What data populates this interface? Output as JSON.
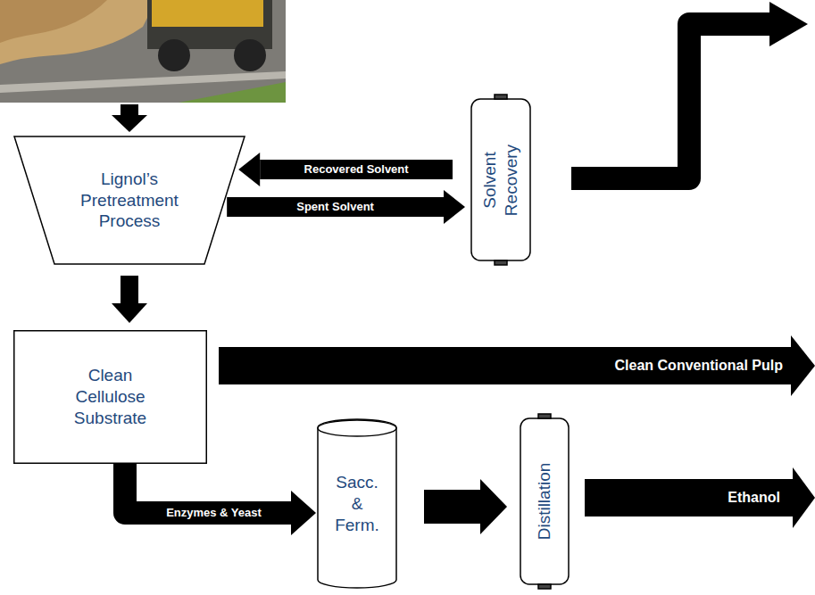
{
  "diagram": {
    "nodes": [
      {
        "text": [
          "Lignol’s Pretreatment Process"
        ]
      },
      {
        "text": [
          "Solvent Recovery"
        ]
      },
      {
        "text": [
          "Clean Cellulose Substrate"
        ]
      },
      {
        "text": [
          "Sacc. & Ferm."
        ]
      },
      {
        "text": [
          "Distillation"
        ]
      }
    ],
    "edges": [
      {
        "from": 1,
        "to": 0,
        "label": "Recovered Solvent",
        "arrow": "to"
      },
      {
        "from": 0,
        "to": 1,
        "label": "Spent Solvent",
        "arrow": "to"
      },
      {
        "from": 0,
        "to": 2,
        "arrow": "to"
      },
      {
        "from": 2,
        "to": 3,
        "label": "Enzymes & Yeast",
        "arrow": "to"
      },
      {
        "from": 3,
        "to": 4,
        "arrow": "to"
      }
    ],
    "labels": [
      "Clean Conventional Pulp",
      "Ethanol"
    ]
  }
}
